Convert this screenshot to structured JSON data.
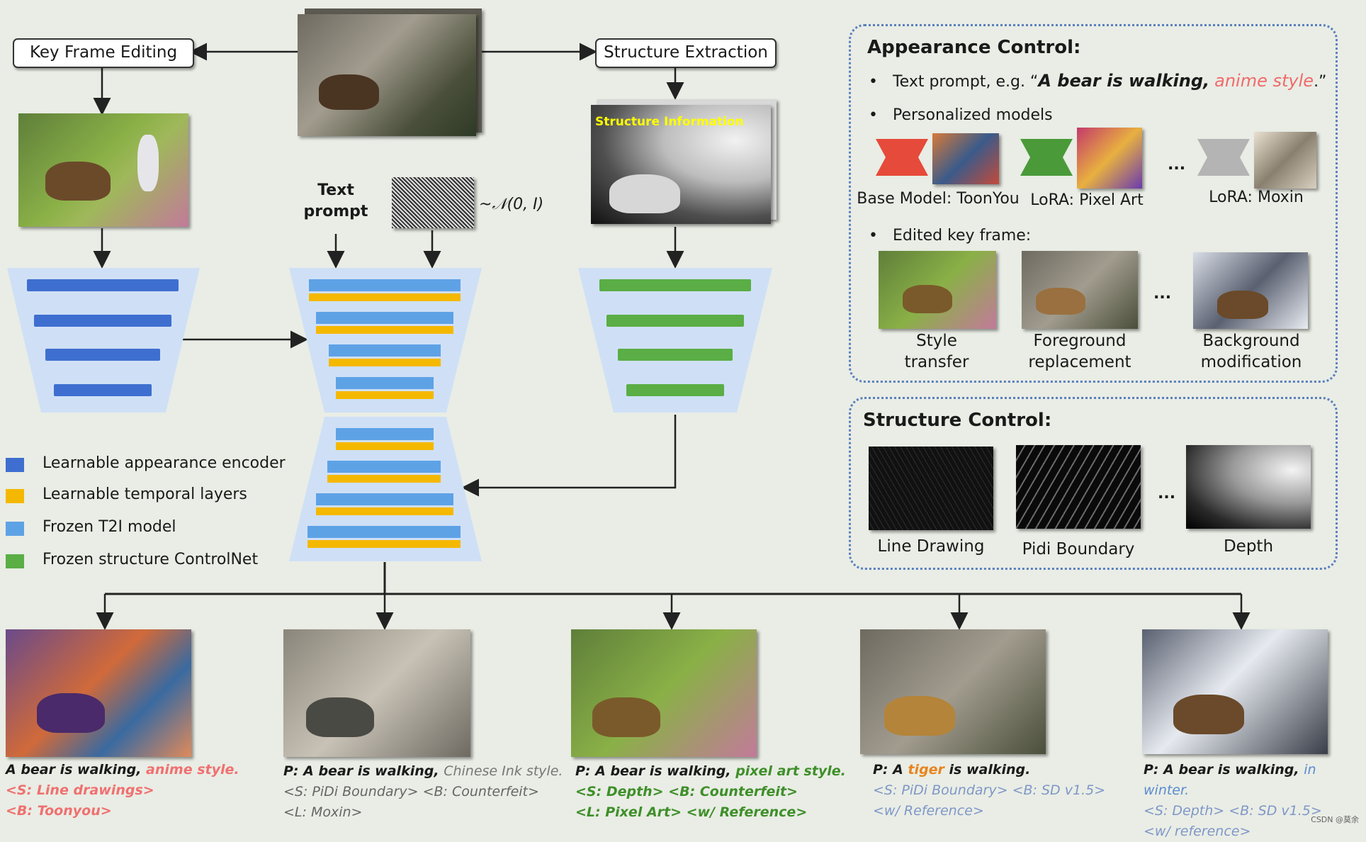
{
  "top": {
    "key_frame_editing": "Key Frame Editing",
    "structure_extraction": "Structure Extraction",
    "structure_information": "Structure Information",
    "text_prompt": "Text prompt",
    "noise": "~𝒩(0, I)"
  },
  "legend": [
    {
      "label": "Learnable appearance encoder",
      "color": "#3e6fd0"
    },
    {
      "label": "Learnable temporal layers",
      "color": "#f5b800"
    },
    {
      "label": "Frozen T2I model",
      "color": "#5ea2e6"
    },
    {
      "label": "Frozen structure ControlNet",
      "color": "#5aae45"
    }
  ],
  "appearance": {
    "title": "Appearance Control:",
    "bullet1_prefix": "Text prompt, e.g. “",
    "bullet1_main": "A bear is walking,",
    "bullet1_highlight": "anime style",
    "bullet1_suffix": ".”",
    "bullet2": "Personalized models",
    "models": [
      "Base Model: ToonYou",
      "LoRA: Pixel Art",
      "LoRA: Moxin"
    ],
    "bullet3": "Edited key frame:",
    "edits": [
      {
        "line1": "Style",
        "line2": "transfer"
      },
      {
        "line1": "Foreground",
        "line2": "replacement"
      },
      {
        "line1": "Background",
        "line2": "modification"
      }
    ],
    "ellipsis": "..."
  },
  "structure": {
    "title": "Structure Control:",
    "items": [
      "Line Drawing",
      "Pidi Boundary",
      "Depth"
    ],
    "ellipsis": "..."
  },
  "outputs": [
    {
      "lines": [
        [
          {
            "t": "A bear is walking, ",
            "c": "#1a1a1a"
          },
          {
            "t": "anime style.",
            "c": "#f07070"
          }
        ],
        [
          {
            "t": "<S: Line drawings>",
            "c": "#f07070"
          }
        ],
        [
          {
            "t": "<B: Toonyou>",
            "c": "#f07070"
          }
        ]
      ]
    },
    {
      "lines": [
        [
          {
            "t": "P: A bear is walking, ",
            "c": "#1a1a1a"
          },
          {
            "t": "Chinese Ink style.",
            "c": "#777777"
          }
        ],
        [
          {
            "t": "<S: PiDi Boundary> <B: Counterfeit>",
            "c": "#666666"
          }
        ],
        [
          {
            "t": "<L: Moxin>",
            "c": "#666666"
          }
        ]
      ]
    },
    {
      "lines": [
        [
          {
            "t": "P: A bear is walking, ",
            "c": "#1a1a1a"
          },
          {
            "t": "pixel art style.",
            "c": "#3f8f2a"
          }
        ],
        [
          {
            "t": "<S: Depth> <B: Counterfeit>",
            "c": "#3f8f2a"
          }
        ],
        [
          {
            "t": "<L: Pixel Art> <w/ Reference>",
            "c": "#3f8f2a"
          }
        ]
      ]
    },
    {
      "lines": [
        [
          {
            "t": "P: A ",
            "c": "#1a1a1a"
          },
          {
            "t": "tiger",
            "c": "#e8841e"
          },
          {
            "t": " is walking.",
            "c": "#1a1a1a"
          }
        ],
        [
          {
            "t": "<S: PiDi Boundary> <B: SD v1.5>",
            "c": "#7f97c8"
          }
        ],
        [
          {
            "t": "<w/ Reference>",
            "c": "#7f97c8"
          }
        ]
      ]
    },
    {
      "lines": [
        [
          {
            "t": "P: A bear is walking, ",
            "c": "#1a1a1a"
          },
          {
            "t": "in winter.",
            "c": "#5a8bd0"
          }
        ],
        [
          {
            "t": "<S: Depth> <B: SD v1.5>",
            "c": "#7f97c8"
          }
        ],
        [
          {
            "t": "<w/ reference>",
            "c": "#7f97c8"
          }
        ]
      ]
    }
  ],
  "watermark": "CSDN @莫余"
}
